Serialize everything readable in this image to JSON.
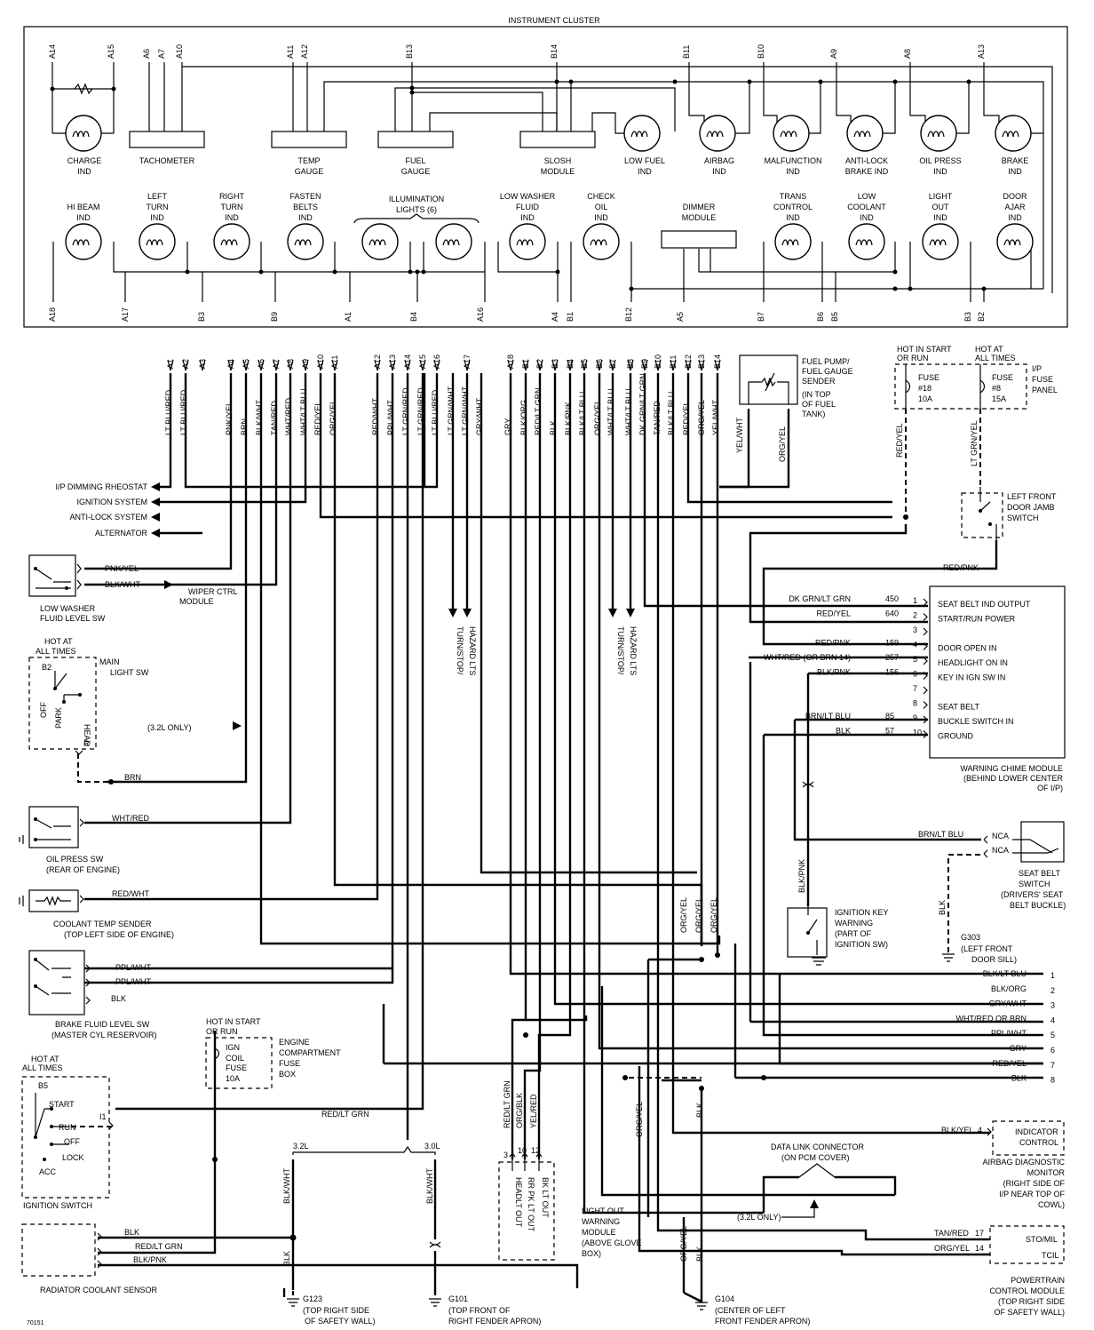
{
  "cluster": {
    "title": "INSTRUMENT CLUSTER",
    "top_pins": [
      "A14",
      "A15",
      "A6",
      "A7",
      "A10",
      "A11",
      "A12",
      "B13",
      "B14",
      "B11",
      "B10",
      "A9",
      "A8",
      "A13"
    ],
    "top_components": [
      {
        "l1": "CHARGE",
        "l2": "IND"
      },
      {
        "l1": "TACHOMETER",
        "l2": ""
      },
      {
        "l1": "TEMP",
        "l2": "GAUGE"
      },
      {
        "l1": "FUEL",
        "l2": "GAUGE"
      },
      {
        "l1": "SLOSH",
        "l2": "MODULE"
      },
      {
        "l1": "LOW FUEL",
        "l2": "IND"
      },
      {
        "l1": "AIRBAG",
        "l2": "IND"
      },
      {
        "l1": "MALFUNCTION",
        "l2": "IND"
      },
      {
        "l1": "ANTI-LOCK",
        "l2": "BRAKE IND"
      },
      {
        "l1": "OIL PRESS",
        "l2": "IND"
      },
      {
        "l1": "BRAKE",
        "l2": "IND"
      }
    ],
    "bottom_components": [
      {
        "l1": "",
        "l2": "HI BEAM",
        "l3": "IND"
      },
      {
        "l1": "LEFT",
        "l2": "TURN",
        "l3": "IND"
      },
      {
        "l1": "RIGHT",
        "l2": "TURN",
        "l3": "IND"
      },
      {
        "l1": "FASTEN",
        "l2": "BELTS",
        "l3": "IND"
      },
      {
        "l1": "LOW WASHER",
        "l2": "FLUID",
        "l3": "IND"
      },
      {
        "l1": "CHECK",
        "l2": "OIL",
        "l3": "IND"
      },
      {
        "l1": "",
        "l2": "DIMMER",
        "l3": "MODULE"
      },
      {
        "l1": "TRANS",
        "l2": "CONTROL",
        "l3": "IND"
      },
      {
        "l1": "LOW",
        "l2": "COOLANT",
        "l3": "IND"
      },
      {
        "l1": "LIGHT",
        "l2": "OUT",
        "l3": "IND"
      },
      {
        "l1": "DOOR",
        "l2": "AJAR",
        "l3": "IND"
      }
    ],
    "illumination_l1": "ILLUMINATION",
    "illumination_l2": "LIGHTS (6)",
    "bottom_pins": [
      "A18",
      "A17",
      "B3",
      "B9",
      "A1",
      "B4",
      "A16",
      "A4",
      "B1",
      "B12",
      "A5",
      "B7",
      "B6",
      "B5",
      "B3",
      "B2"
    ]
  },
  "connector_pins": [
    "A1",
    "A2",
    "A3",
    "A4",
    "A5",
    "A6",
    "A7",
    "A8",
    "A9",
    "A10",
    "A11",
    "A12",
    "A13",
    "A14",
    "A15",
    "A16",
    "A17",
    "A18",
    "B1",
    "B2",
    "B3",
    "B4",
    "B5",
    "B6",
    "B7",
    "B8",
    "B9",
    "B10",
    "B11",
    "B12",
    "B13",
    "B14"
  ],
  "wire_colors": [
    "LT BLU/RED",
    "LT BLU/RED",
    "PNK/YEL",
    "BRN",
    "BLK/WHT",
    "TAN/RED",
    "WHT/RED",
    "WHT/LT BLU",
    "RED/YEL",
    "ORG/YEL",
    "RED/WHT",
    "PPL/WHT",
    "LT GRN/RED",
    "LT GRN/RED",
    "LT BLU/RED",
    "LT GRN/WHT",
    "LT GRN/WHT",
    "GRY/WHT",
    "GRY",
    "BLK/ORG",
    "RED/LT GRN",
    "BLK",
    "BLK/PNK",
    "BLK/LT BLU",
    "ORG/YEL",
    "WHT/LT BLU",
    "WHT/LT BLU",
    "DK GRN/LT GRN",
    "TAN/RED",
    "BLK/LT BLU",
    "RED/YEL",
    "ORG/YEL",
    "YEL/WHT"
  ],
  "left_outputs": [
    "I/P DIMMING RHEOSTAT",
    "IGNITION SYSTEM",
    "ANTI-LOCK SYSTEM",
    "ALTERNATOR"
  ],
  "hazard": {
    "l1": "TURN/STOP/",
    "l2": "HAZARD LTS"
  },
  "fuel_pump": {
    "lines": [
      "FUEL PUMP/",
      "FUEL GAUGE",
      "SENDER",
      "(IN TOP",
      "OF FUEL",
      "TANK)"
    ],
    "wire1": "YEL/WHT",
    "wire2": "ORG/YEL"
  },
  "fuse_panel": {
    "hot1": [
      "HOT IN START",
      "OR RUN"
    ],
    "hot2": [
      "HOT AT",
      "ALL TIMES"
    ],
    "fuse1": [
      "FUSE",
      "#18",
      "10A"
    ],
    "fuse2": [
      "FUSE",
      "#8",
      "15A"
    ],
    "label": [
      "I/P",
      "FUSE",
      "PANEL"
    ],
    "wire1": "RED/YEL",
    "wire2": "LT GRN/YEL"
  },
  "door_jamb": {
    "lines": [
      "LEFT FRONT",
      "DOOR JAMB",
      "SWITCH"
    ],
    "wire": "RED/PNK"
  },
  "chime": {
    "rows": [
      {
        "wire": "DK GRN/LT GRN",
        "circuit": "450",
        "pin": "1",
        "func": "SEAT BELT IND OUTPUT"
      },
      {
        "wire": "RED/YEL",
        "circuit": "640",
        "pin": "2",
        "func": "START/RUN POWER"
      },
      {
        "wire": "",
        "circuit": "",
        "pin": "3",
        "func": ""
      },
      {
        "wire": "RED/PNK",
        "circuit": "159",
        "pin": "4",
        "func": "DOOR OPEN IN"
      },
      {
        "wire": "WHT/RED (OR BRN 14)",
        "circuit": "257",
        "pin": "5",
        "func": "HEADLIGHT ON IN"
      },
      {
        "wire": "BLK/PNK",
        "circuit": "156",
        "pin": "6",
        "func": "KEY IN IGN SW IN"
      },
      {
        "wire": "",
        "circuit": "",
        "pin": "7",
        "func": ""
      },
      {
        "wire": "",
        "circuit": "",
        "pin": "8",
        "func": "SEAT BELT"
      },
      {
        "wire": "BRN/LT BLU",
        "circuit": "85",
        "pin": "9",
        "func": "BUCKLE SWITCH IN"
      },
      {
        "wire": "BLK",
        "circuit": "57",
        "pin": "10",
        "func": "GROUND"
      }
    ],
    "label": [
      "WARNING CHIME MODULE",
      "(BEHIND LOWER CENTER",
      "OF I/P)"
    ]
  },
  "seat_belt_sw": {
    "wire1": "BRN/LT BLU",
    "wire2": "BLK",
    "nca": "NCA",
    "lines": [
      "SEAT BELT",
      "SWITCH",
      "(DRIVERS' SEAT",
      "BELT BUCKLE)"
    ]
  },
  "g303": {
    "id": "G303",
    "lines": [
      "(LEFT FRONT",
      "DOOR SILL)"
    ]
  },
  "ign_key_warn": {
    "wire": "BLK/PNK",
    "lines": [
      "IGNITION KEY",
      "WARNING",
      "(PART OF",
      "IGNITION SW)"
    ]
  },
  "washer_sw": {
    "wire1": "PNK/YEL",
    "wire2": "BLK/WHT",
    "wiper": [
      "WIPER CTRL",
      "MODULE"
    ],
    "label": [
      "LOW WASHER",
      "FLUID LEVEL SW"
    ]
  },
  "main_light_sw": {
    "hot": [
      "HOT AT",
      "ALL TIMES"
    ],
    "pin": "B2",
    "label": [
      "MAIN",
      "LIGHT SW"
    ],
    "off": "OFF",
    "park": "PARK",
    "head": "HEAD",
    "r": "R",
    "wire": "BRN",
    "note": "(3.2L ONLY)"
  },
  "oil_press_sw": {
    "wire": "WHT/RED",
    "label": [
      "OIL PRESS SW",
      "(REAR OF ENGINE)"
    ]
  },
  "coolant_temp": {
    "wire": "RED/WHT",
    "label": [
      "COOLANT TEMP SENDER",
      "(TOP LEFT SIDE OF ENGINE)"
    ]
  },
  "brake_fluid": {
    "wires": [
      "PPL/WHT",
      "PPL/WHT",
      "BLK"
    ],
    "label": [
      "BRAKE FLUID LEVEL SW",
      "(MASTER CYL RESERVOIR)"
    ]
  },
  "right_bus": [
    {
      "wire": "BLK/LT BLU",
      "n": "1"
    },
    {
      "wire": "BLK/ORG",
      "n": "2"
    },
    {
      "wire": "GRY/WHT",
      "n": "3"
    },
    {
      "wire": "WHT/RED OR BRN",
      "n": "4"
    },
    {
      "wire": "PPL/WHT",
      "n": "5"
    },
    {
      "wire": "GRY",
      "n": "6"
    },
    {
      "wire": "RED/YEL",
      "n": "7"
    },
    {
      "wire": "BLK",
      "n": "8"
    }
  ],
  "vertical_labels": {
    "org_yel": "ORG/YEL",
    "blk": "BLK"
  },
  "ign_coil_fuse": {
    "hot": [
      "HOT IN START",
      "OR RUN"
    ],
    "fuse": [
      "IGN",
      "COIL",
      "FUSE",
      "10A"
    ],
    "label": [
      "ENGINE",
      "COMPARTMENT",
      "FUSE",
      "BOX"
    ]
  },
  "ign_switch": {
    "hot": [
      "HOT AT",
      "ALL TIMES"
    ],
    "pin_in": "B5",
    "start": "START",
    "run": "RUN",
    "off": "OFF",
    "lock": "LOCK",
    "acc": "ACC",
    "pin_out": "I1",
    "wire": "RED/LT GRN",
    "label": "IGNITION SWITCH"
  },
  "engine_split": {
    "a": "3.2L",
    "b": "3.0L",
    "wire_a": "BLK/WHT",
    "wire_b": "BLK/WHT"
  },
  "radiator": {
    "wires": [
      "BLK",
      "RED/LT GRN",
      "BLK/PNK"
    ],
    "label": "RADIATOR COOLANT SENSOR"
  },
  "light_out": {
    "wires": [
      "RED/LT GRN",
      "ORG/BLK",
      "YEL/RED"
    ],
    "pins": [
      "3",
      "10",
      "12"
    ],
    "funcs": [
      "HEADLT OUT",
      "RR PK LT OUT",
      "BK LT OUT"
    ],
    "label": [
      "LIGHT OUT",
      "WARNING",
      "MODULE",
      "(ABOVE GLOVE",
      "BOX)"
    ]
  },
  "airbag": {
    "wire": "BLK/YEL",
    "pin": "4",
    "box": [
      "INDICATOR",
      "CONTROL"
    ],
    "label": [
      "AIRBAG DIAGNOSTIC",
      "MONITOR",
      "(RIGHT SIDE OF",
      "I/P NEAR TOP OF",
      "COWL)"
    ]
  },
  "dlc": {
    "lines": [
      "DATA LINK CONNECTOR",
      "(ON PCM COVER)"
    ],
    "note": "(3.2L ONLY)"
  },
  "pcm": {
    "rows": [
      {
        "wire": "TAN/RED",
        "pin": "17",
        "func": "STO/MIL"
      },
      {
        "wire": "ORG/YEL",
        "pin": "14",
        "func": "TCIL"
      }
    ],
    "label": [
      "POWERTRAIN",
      "CONTROL MODULE",
      "(TOP RIGHT SIDE",
      "OF SAFETY WALL)"
    ]
  },
  "grounds": [
    {
      "id": "G123",
      "wire": "BLK",
      "lines": [
        "(TOP RIGHT SIDE",
        "OF SAFETY WALL)"
      ]
    },
    {
      "id": "G101",
      "lines": [
        "(TOP FRONT OF",
        "RIGHT FENDER APRON)"
      ]
    },
    {
      "id": "G104",
      "lines": [
        "(CENTER OF LEFT",
        "FRONT FENDER APRON)"
      ]
    }
  ],
  "figure_id": "70151"
}
